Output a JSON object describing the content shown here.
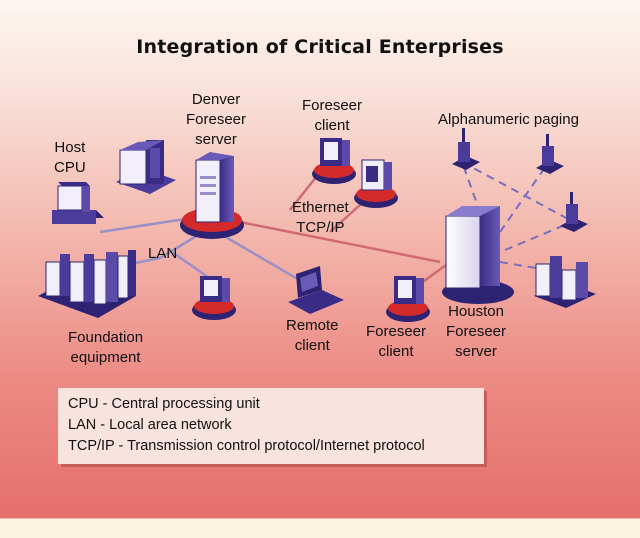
{
  "title": "Integration of Critical Enterprises",
  "labels": {
    "host_cpu": [
      "Host",
      "CPU"
    ],
    "denver_server": [
      "Denver",
      "Foreseer",
      "server"
    ],
    "foreseer_client_top": [
      "Foreseer",
      "client"
    ],
    "alphanumeric_paging": [
      "Alphanumeric paging"
    ],
    "ethernet": [
      "Ethernet",
      "TCP/IP"
    ],
    "lan": [
      "LAN"
    ],
    "foundation_equipment": [
      "Foundation",
      "equipment"
    ],
    "remote_client": [
      "Remote",
      "client"
    ],
    "foreseer_client_bottom": [
      "Foreseer",
      "client"
    ],
    "houston_server": [
      "Houston",
      "Foreseer",
      "server"
    ]
  },
  "legend": [
    "CPU - Central processing unit",
    "LAN - Local area network",
    "TCP/IP - Transmission control protocol/Internet protocol"
  ],
  "colors": {
    "device_purple": "#5b4aa8",
    "device_dark": "#2e2272",
    "device_light": "#f2eefa",
    "pedestal_red": "#d42a2a",
    "lan_line": "#9a90c8",
    "ethernet_line": "#d06a74",
    "paging_line": "#7a6cc0"
  }
}
